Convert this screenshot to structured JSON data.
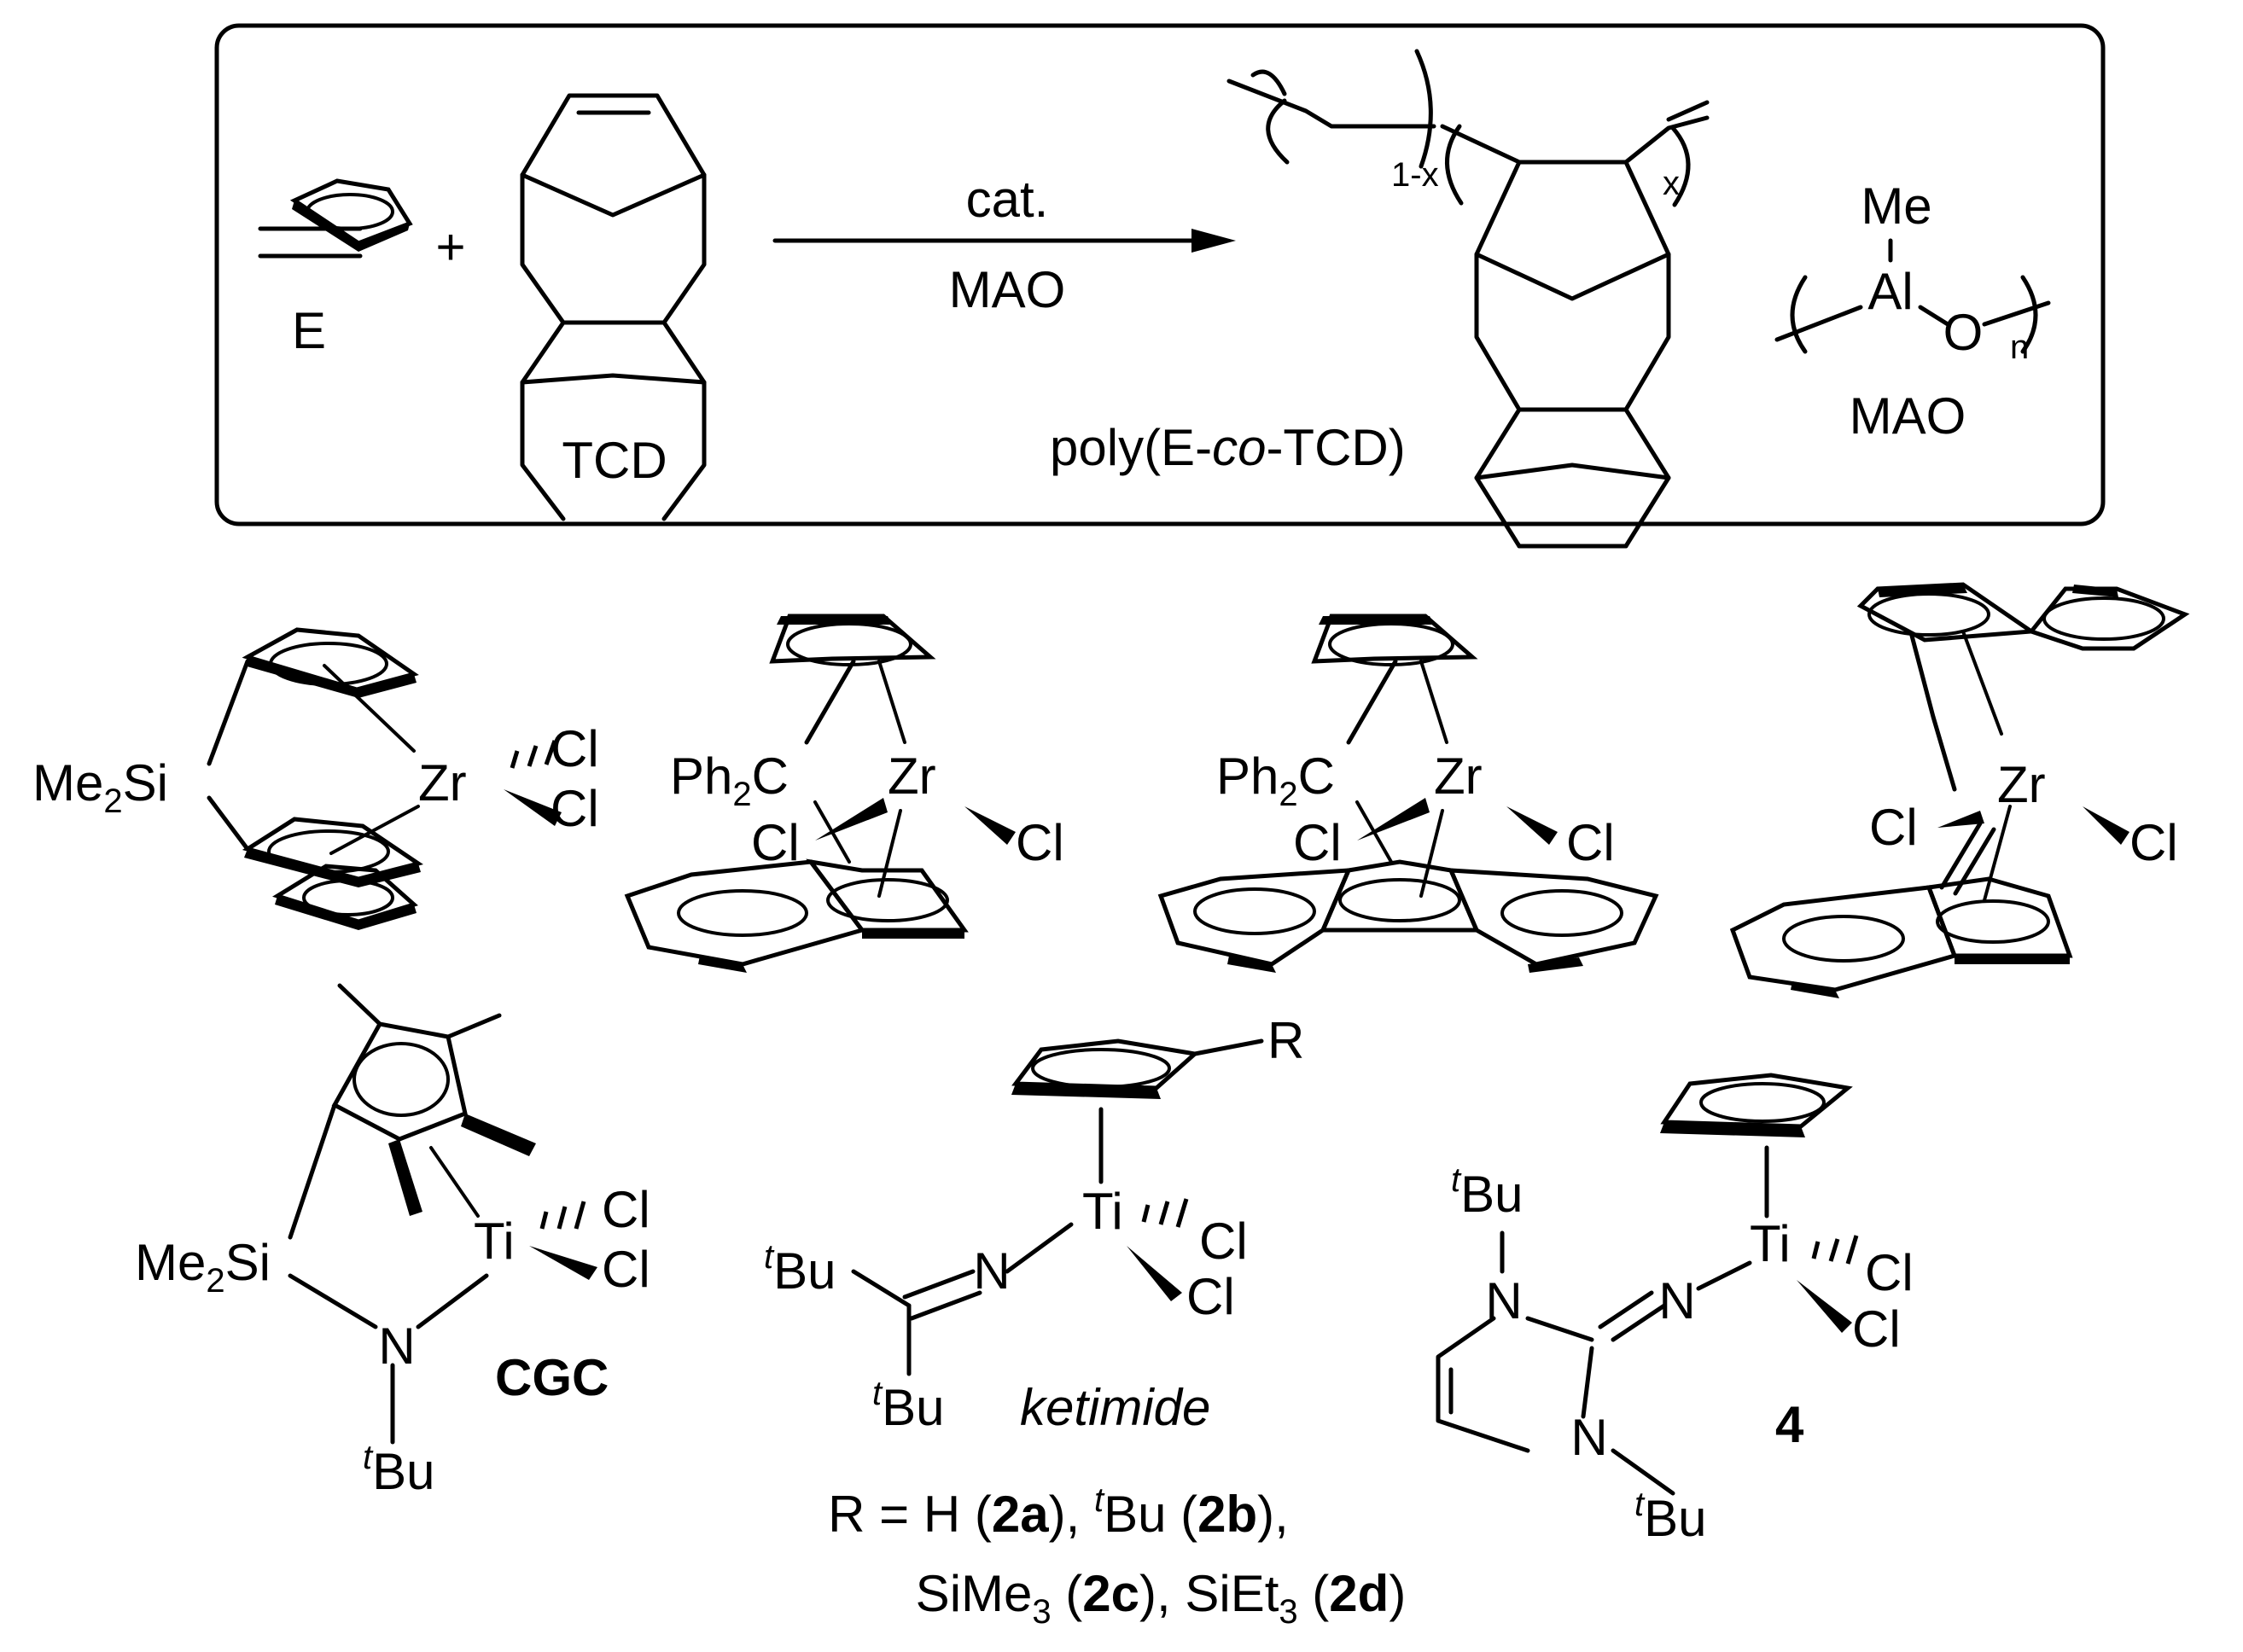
{
  "reaction": {
    "ethylene_label": "E",
    "plus": "+",
    "monomer_label": "TCD",
    "arrow_above": "cat.",
    "arrow_below": "MAO",
    "copolymer_name": {
      "pre": "poly(E-",
      "ital": "co",
      "post": "-TCD)"
    },
    "subscript_1x": "1-x",
    "subscript_x": "x"
  },
  "mao": {
    "me": "Me",
    "al": "Al",
    "o": "O",
    "n": "n",
    "label": "MAO"
  },
  "complexes": {
    "c1": {
      "si": "Me",
      "si_sub": "2",
      "si_tail": "Si",
      "metal": "Zr",
      "cl1": "Cl",
      "cl2": "Cl"
    },
    "c2": {
      "bridge": "Ph",
      "bridge_sub": "2",
      "bridge_tail": "C",
      "metal": "Zr",
      "cl1": "Cl",
      "cl2": "Cl"
    },
    "c3": {
      "bridge": "Ph",
      "bridge_sub": "2",
      "bridge_tail": "C",
      "metal": "Zr",
      "cl1": "Cl",
      "cl2": "Cl"
    },
    "c4": {
      "metal": "Zr",
      "cl1": "Cl",
      "cl2": "Cl"
    },
    "cgc": {
      "si": "Me",
      "si_sub": "2",
      "si_tail": "Si",
      "metal": "Ti",
      "cl1": "Cl",
      "cl2": "Cl",
      "n": "N",
      "tbu_sup": "t",
      "tbu": "Bu",
      "label": "CGC"
    },
    "ketimide": {
      "r": "R",
      "metal": "Ti",
      "cl1": "Cl",
      "cl2": "Cl",
      "n": "N",
      "tbu_sup": "t",
      "tbu": "Bu",
      "label": "ketimide"
    },
    "c4b": {
      "metal": "Ti",
      "cl1": "Cl",
      "cl2": "Cl",
      "n_exo": "N",
      "n1": "N",
      "n2": "N",
      "tbu_sup": "t",
      "tbu": "Bu",
      "label": "4"
    }
  },
  "r_definition": {
    "line1": [
      {
        "t": "R = H ("
      },
      {
        "t": "2a",
        "b": true
      },
      {
        "t": "), "
      },
      {
        "t": "t",
        "sup": true
      },
      {
        "t": "Bu ("
      },
      {
        "t": "2b",
        "b": true
      },
      {
        "t": "),"
      }
    ],
    "line2": [
      {
        "t": "SiMe"
      },
      {
        "t": "3",
        "sub": true
      },
      {
        "t": " ("
      },
      {
        "t": "2c",
        "b": true
      },
      {
        "t": "), SiEt"
      },
      {
        "t": "3",
        "sub": true
      },
      {
        "t": " ("
      },
      {
        "t": "2d",
        "b": true
      },
      {
        "t": ")"
      }
    ]
  }
}
